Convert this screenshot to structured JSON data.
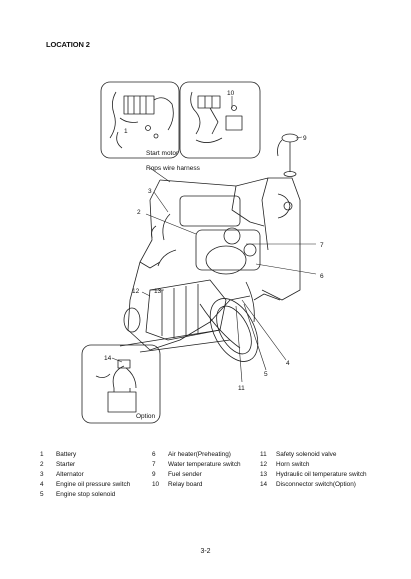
{
  "heading": "LOCATION 2",
  "callouts": {
    "start_motor": "Start motor",
    "rops_wire_harness": "Rops wire harness",
    "option": "Option",
    "n1": "1",
    "n2": "2",
    "n3": "3",
    "n4": "4",
    "n5": "5",
    "n6": "6",
    "n7": "7",
    "n9": "9",
    "n10": "10",
    "n11": "11",
    "n12": "12",
    "n13": "13",
    "n14": "14"
  },
  "legend": [
    {
      "num": "1",
      "label": "Battery"
    },
    {
      "num": "2",
      "label": "Starter"
    },
    {
      "num": "3",
      "label": "Alternator"
    },
    {
      "num": "4",
      "label": "Engine oil pressure switch"
    },
    {
      "num": "5",
      "label": "Engine stop solenoid"
    },
    {
      "num": "6",
      "label": "Air heater(Preheating)"
    },
    {
      "num": "7",
      "label": "Water temperature switch"
    },
    {
      "num": "9",
      "label": "Fuel sender"
    },
    {
      "num": "10",
      "label": "Relay board"
    },
    {
      "num": "11",
      "label": "Safety solenoid valve"
    },
    {
      "num": "12",
      "label": "Horn switch"
    },
    {
      "num": "13",
      "label": "Hydraulic oil temperature switch"
    },
    {
      "num": "14",
      "label": "Disconnector switch(Option)"
    }
  ],
  "page_number": "3-2"
}
